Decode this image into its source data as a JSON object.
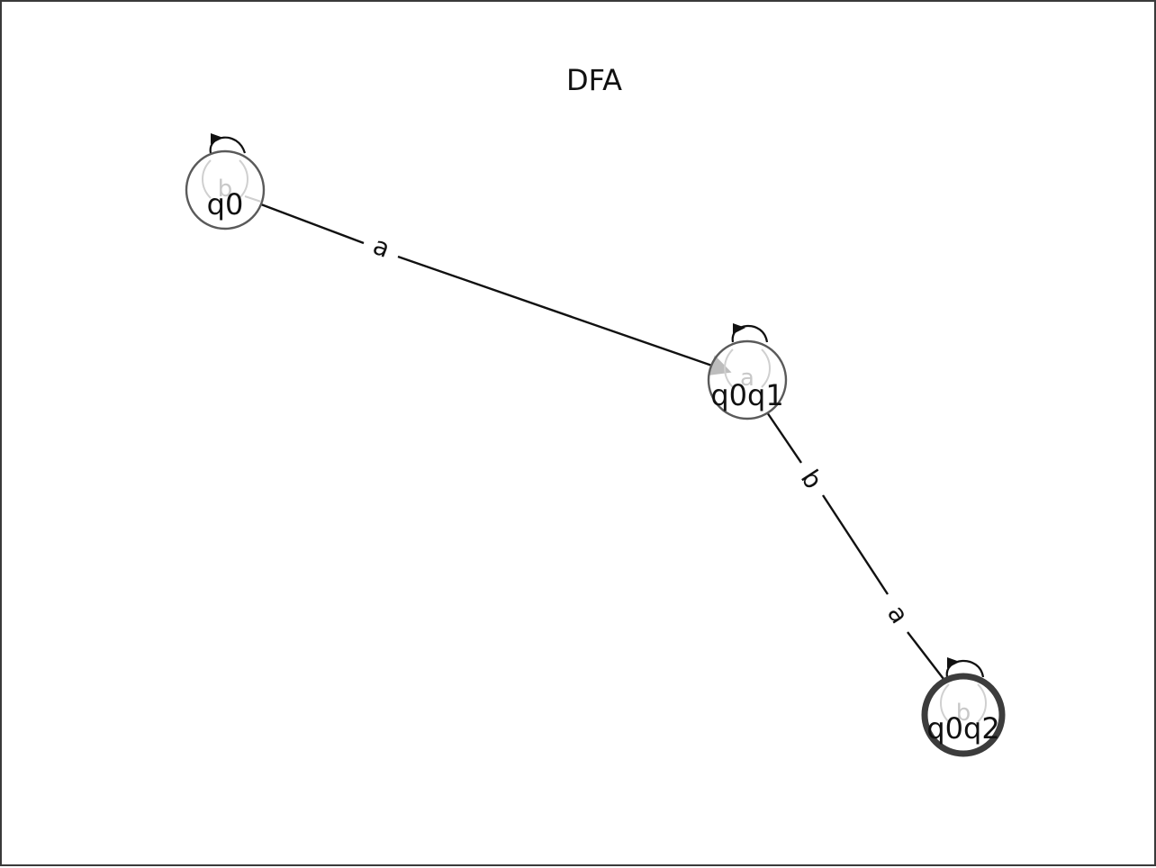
{
  "title": "DFA",
  "states": [
    {
      "id": "q0",
      "label": "q0",
      "accepting": false,
      "self_loop_label": "b"
    },
    {
      "id": "q0q1",
      "label": "q0q1",
      "accepting": false,
      "self_loop_label": "a"
    },
    {
      "id": "q0q2",
      "label": "q0q2",
      "accepting": true,
      "self_loop_label": "b"
    }
  ],
  "transitions": [
    {
      "from": "q0",
      "to": "q0q1",
      "label": "a"
    },
    {
      "from": "q0q1",
      "to": "q0q2",
      "label": "b"
    },
    {
      "from": "q0q2",
      "to": "q0q1",
      "label": "a"
    }
  ],
  "colors": {
    "edge": "#111111",
    "node_stroke": "#555555",
    "accepting_stroke": "#3c3c3c",
    "ghost": "#c8c8c8"
  }
}
